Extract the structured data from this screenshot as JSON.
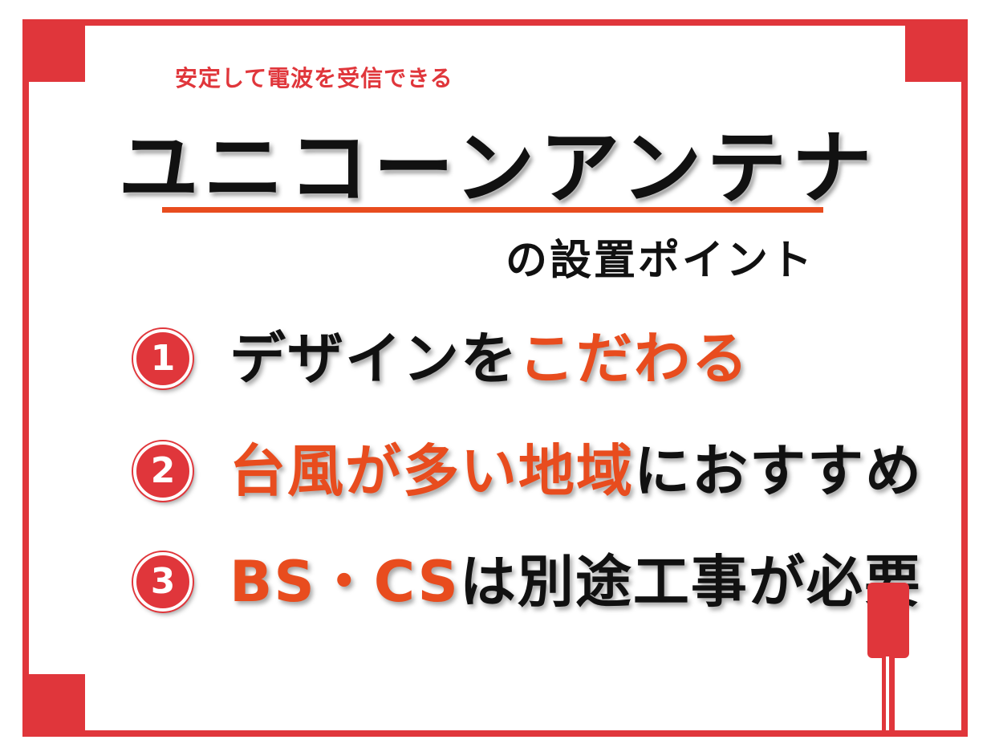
{
  "header": {
    "subtitle": "安定して電波を受信できる",
    "title": "ユニコーンアンテナ",
    "title_suffix": "の設置ポイント"
  },
  "points": [
    {
      "number": "1",
      "text_parts": [
        {
          "text": "デザインを",
          "style": "dark"
        },
        {
          "text": "こだわる",
          "style": "accent"
        }
      ]
    },
    {
      "number": "2",
      "text_parts": [
        {
          "text": "台風が多い地域",
          "style": "accent"
        },
        {
          "text": "におすすめ",
          "style": "dark"
        }
      ]
    },
    {
      "number": "3",
      "text_parts": [
        {
          "text": "BS・CS",
          "style": "accent"
        },
        {
          "text": "は別途工事が必要",
          "style": "dark"
        }
      ]
    }
  ],
  "colors": {
    "frame_red": "#e0363b",
    "accent_orange": "#e84c1e",
    "text_dark": "#111111"
  },
  "icons": {
    "decoration": "plug-icon"
  }
}
